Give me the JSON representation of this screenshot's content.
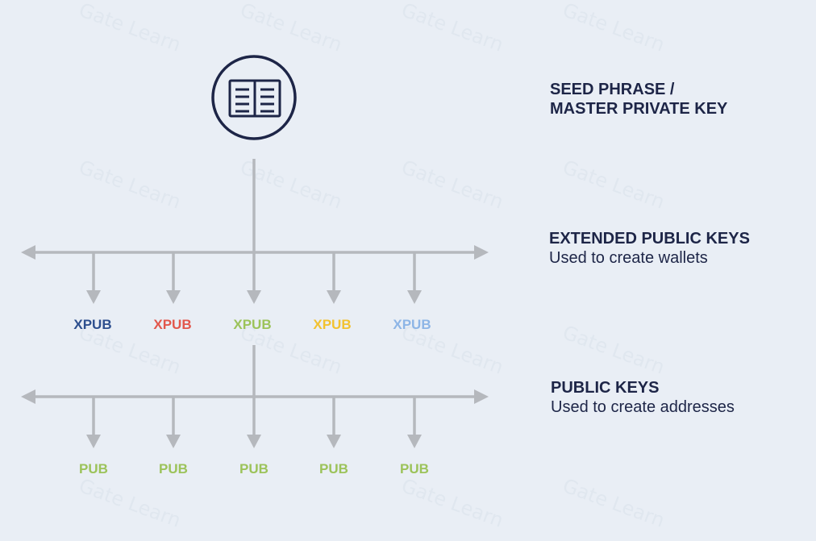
{
  "watermark": "Gate Learn",
  "seed": {
    "title_line1": "SEED PHRASE /",
    "title_line2": "MASTER PRIVATE KEY",
    "icon": "book-icon"
  },
  "extended_keys": {
    "title": "EXTENDED PUBLIC KEYS",
    "subtitle": "Used to create wallets",
    "items": [
      {
        "label": "XPUB",
        "color": "#2d4f8e"
      },
      {
        "label": "XPUB",
        "color": "#e2574c"
      },
      {
        "label": "XPUB",
        "color": "#9cc35a"
      },
      {
        "label": "XPUB",
        "color": "#f2c230"
      },
      {
        "label": "XPUB",
        "color": "#8db5e6"
      }
    ]
  },
  "public_keys": {
    "title": "PUBLIC KEYS",
    "subtitle": "Used to create addresses",
    "items": [
      {
        "label": "PUB",
        "color": "#9cc35a"
      },
      {
        "label": "PUB",
        "color": "#9cc35a"
      },
      {
        "label": "PUB",
        "color": "#9cc35a"
      },
      {
        "label": "PUB",
        "color": "#9cc35a"
      },
      {
        "label": "PUB",
        "color": "#9cc35a"
      }
    ]
  },
  "colors": {
    "connector": "#b5b8bd",
    "text": "#1d2547",
    "icon": "#1d2547"
  }
}
